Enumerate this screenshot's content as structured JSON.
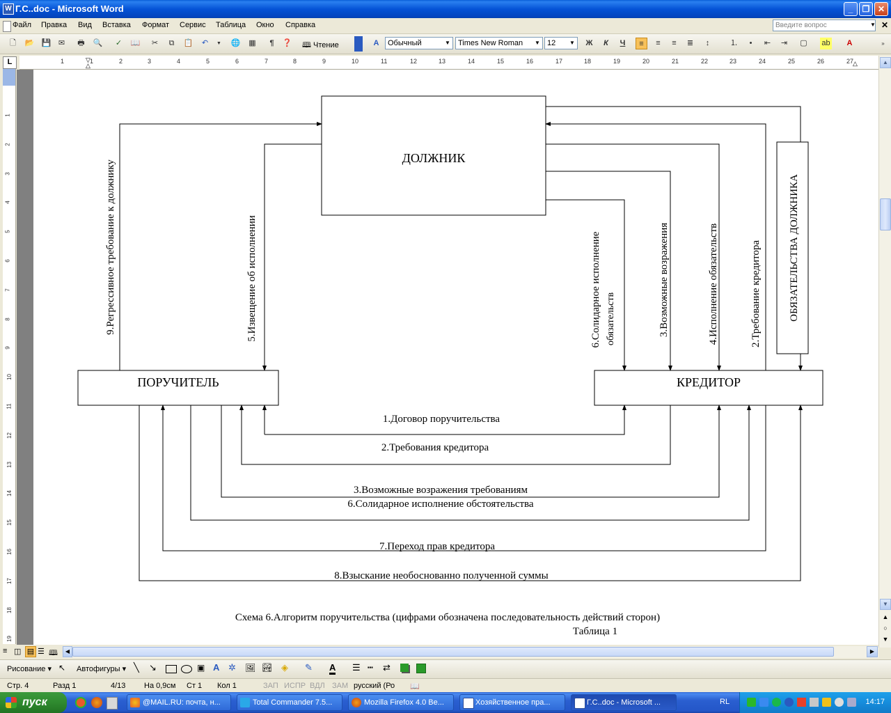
{
  "window": {
    "title": "Г.С..doc - Microsoft Word",
    "app_icon": "W"
  },
  "menu": [
    "Файл",
    "Правка",
    "Вид",
    "Вставка",
    "Формат",
    "Сервис",
    "Таблица",
    "Окно",
    "Справка"
  ],
  "ask_box": {
    "placeholder": "Введите вопрос"
  },
  "toolbar": {
    "reading_label": "Чтение",
    "style": "Обычный",
    "font": "Times New Roman",
    "size": "12",
    "bold": "Ж",
    "italic": "К",
    "underline": "Ч"
  },
  "diagram": {
    "debtor": "ДОЛЖНИК",
    "guarantor": "ПОРУЧИТЕЛЬ",
    "creditor": "КРЕДИТОР",
    "obligations": "ОБЯЗАТЕЛЬСТВА   ДОЛЖНИКА",
    "v_regress": "9.Регрессивное требование к должнику",
    "v_notice": "5.Извещение об исполнении",
    "v_solidary_1": "6.Солидарное исполнение",
    "v_solidary_2": "обязательств",
    "v_objections": "3.Возможные возражения",
    "v_performance": "4.Исполнение обязательств",
    "v_creditor_demand": "2.Требование кредитора",
    "h1": "1.Договор поручительства",
    "h2": "2.Требования кредитора",
    "h3": "3.Возможные возражения требованиям",
    "h6": "6.Солидарное исполнение обстоятельства",
    "h7": "7.Переход прав кредитора",
    "h8": "8.Взыскание необоснованно полученной суммы",
    "caption": "Схема 6.Алгоритм поручительства (цифрами обозначена последовательность действий сторон)",
    "table_label": "Таблица 1"
  },
  "drawbar": {
    "drawing": "Рисование",
    "autoshapes": "Автофигуры"
  },
  "status": {
    "page": "Стр. 4",
    "section": "Разд 1",
    "pages": "4/13",
    "at": "На 0,9см",
    "line": "Ст 1",
    "col": "Кол 1",
    "rec": "ЗАП",
    "trk": "ИСПР",
    "ext": "ВДЛ",
    "ovr": "ЗАМ",
    "lang": "русский (Ро"
  },
  "taskbar": {
    "start": "пуск",
    "tasks": [
      "@MAIL.RU: почта, н...",
      "Total Commander 7.5...",
      "Mozilla Firefox 4.0 Be...",
      "Хозяйственное пра...",
      "Г.С..doc - Microsoft ..."
    ],
    "lang": "RL",
    "clock": "14:17"
  },
  "ruler_numbers": [
    "1",
    "1",
    "2",
    "3",
    "4",
    "5",
    "6",
    "7",
    "8",
    "9",
    "10",
    "11",
    "12",
    "13",
    "14",
    "15",
    "16",
    "17",
    "18",
    "19",
    "20",
    "21",
    "22",
    "23",
    "24",
    "25",
    "26",
    "27"
  ],
  "vruler_numbers": [
    "1",
    "2",
    "3",
    "4",
    "5",
    "6",
    "7",
    "8",
    "9",
    "10",
    "11",
    "12",
    "13",
    "14",
    "15",
    "16",
    "17",
    "18",
    "19"
  ]
}
